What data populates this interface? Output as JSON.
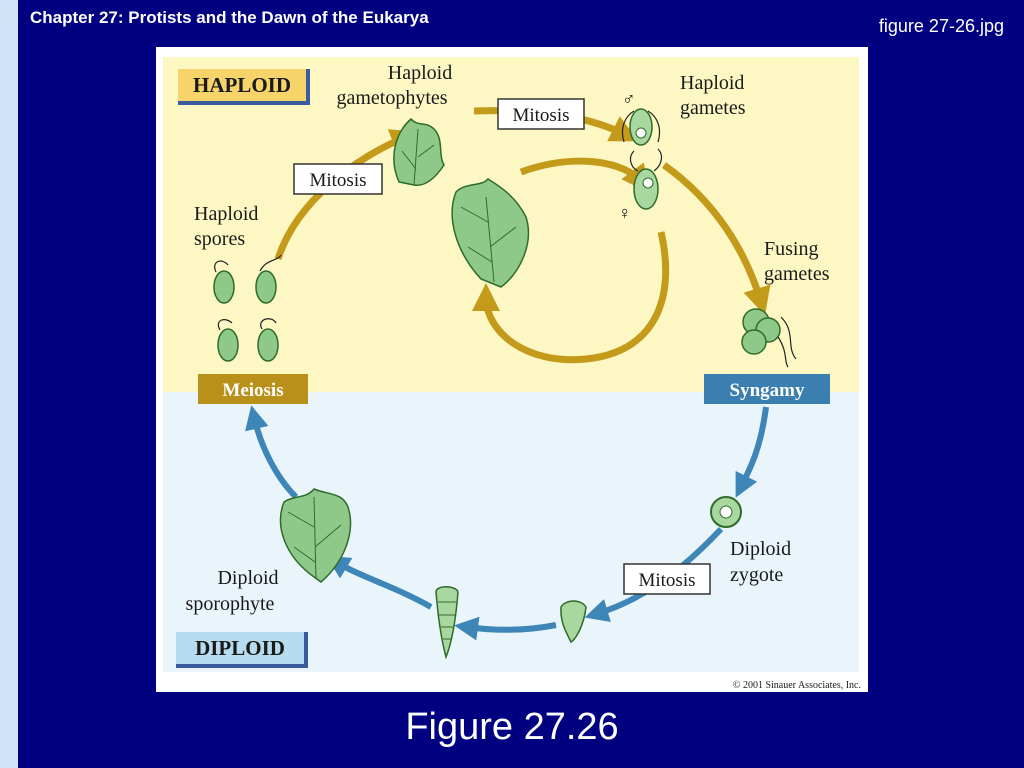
{
  "slide": {
    "chapter_title": "Chapter 27: Protists and the Dawn of the Eukarya",
    "file_name": "figure 27-26.jpg",
    "caption": "Figure 27.26"
  },
  "diagram": {
    "phase_haploid": "HAPLOID",
    "phase_diploid": "DIPLOID",
    "process_meiosis": "Meiosis",
    "process_syngamy": "Syngamy",
    "mitosis_label": "Mitosis",
    "gametophytes_line1": "Haploid",
    "gametophytes_line2": "gametophytes",
    "gametes_line1": "Haploid",
    "gametes_line2": "gametes",
    "spores_line1": "Haploid",
    "spores_line2": "spores",
    "fusing_line1": "Fusing",
    "fusing_line2": "gametes",
    "zygote_line1": "Diploid",
    "zygote_line2": "zygote",
    "sporophyte_line1": "Diploid",
    "sporophyte_line2": "sporophyte",
    "male_symbol": "♂",
    "female_symbol": "♀",
    "copyright": "© 2001 Sinauer Associates, Inc.",
    "colors": {
      "haploid_bg": "#fdf7c3",
      "diploid_bg": "#e9f5fb",
      "haploid_arrow": "#c49a1a",
      "diploid_arrow": "#3e86b8",
      "meiosis_box": "#b8901a",
      "syngamy_box": "#3a7fb0",
      "cell_green": "#8fc98a"
    }
  }
}
